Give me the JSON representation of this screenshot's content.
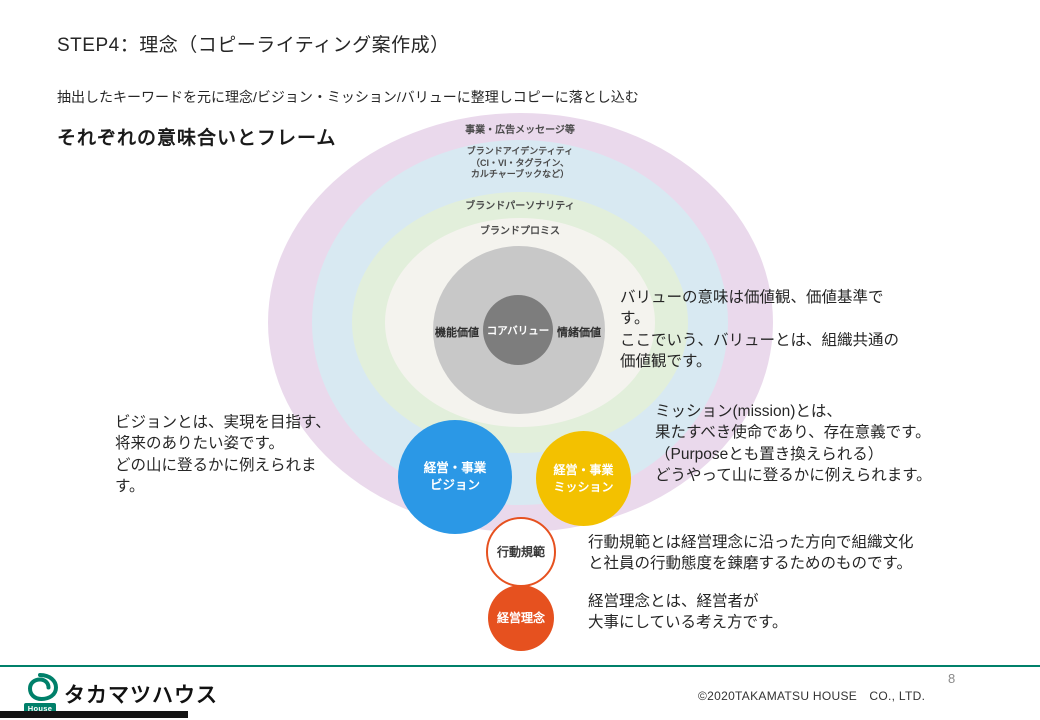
{
  "slide": {
    "title": "STEP4：理念（コピーライティング案作成）",
    "subtitle": "抽出したキーワードを元に理念/ビジョン・ミッション/バリューに整理しコピーに落とし込む",
    "section_heading": "それぞれの意味合いとフレーム"
  },
  "diagram": {
    "rings": [
      {
        "label": "事業・広告メッセージ等",
        "color": "#ead9ec"
      },
      {
        "label": "ブランドアイデンティティ\n（CI・VI・タグライン、\nカルチャーブックなど）",
        "color": "#d8e9f2"
      },
      {
        "label": "ブランドパーソナリティ",
        "color": "#e2efdb"
      },
      {
        "label": "ブランドプロミス",
        "color": "#f4f3ee"
      }
    ],
    "core": {
      "left_label": "機能価値",
      "center_label": "コアバリュー",
      "right_label": "情緒価値",
      "ring_color": "#c8c8c8",
      "center_color": "#7d7d7d"
    },
    "nodes": [
      {
        "label": "経営・事業\nビジョン",
        "color": "#2b98e6"
      },
      {
        "label": "経営・事業\nミッション",
        "color": "#f3c100"
      },
      {
        "label": "行動規範",
        "color": "#ffffff",
        "border_color": "#e6511f"
      },
      {
        "label": "経営理念",
        "color": "#e6511f"
      }
    ]
  },
  "annotations": {
    "value": "バリューの意味は価値観、価値基準で\nす。\nここでいう、バリューとは、組織共通の\n価値観です。",
    "vision": "ビジョンとは、実現を目指す、\n将来のありたい姿です。\nどの山に登るかに例えられま\nす。",
    "mission": "ミッション(mission)とは、\n果たすべき使命であり、存在意義です。\n（Purposeとも置き換えられる）\nどうやって山に登るかに例えられます。",
    "code_of_conduct": "行動規範とは経営理念に沿った方向で組織文化\nと社員の行動態度を錬磨するためのものです。",
    "philosophy": "経営理念とは、経営者が\n大事にしている考え方です。"
  },
  "footer": {
    "company_name": "タカマツハウス",
    "logo_text": "House",
    "copyright": "©2020TAKAMATSU HOUSE　CO., LTD.",
    "page_number": "8",
    "accent_color": "#00806a"
  }
}
